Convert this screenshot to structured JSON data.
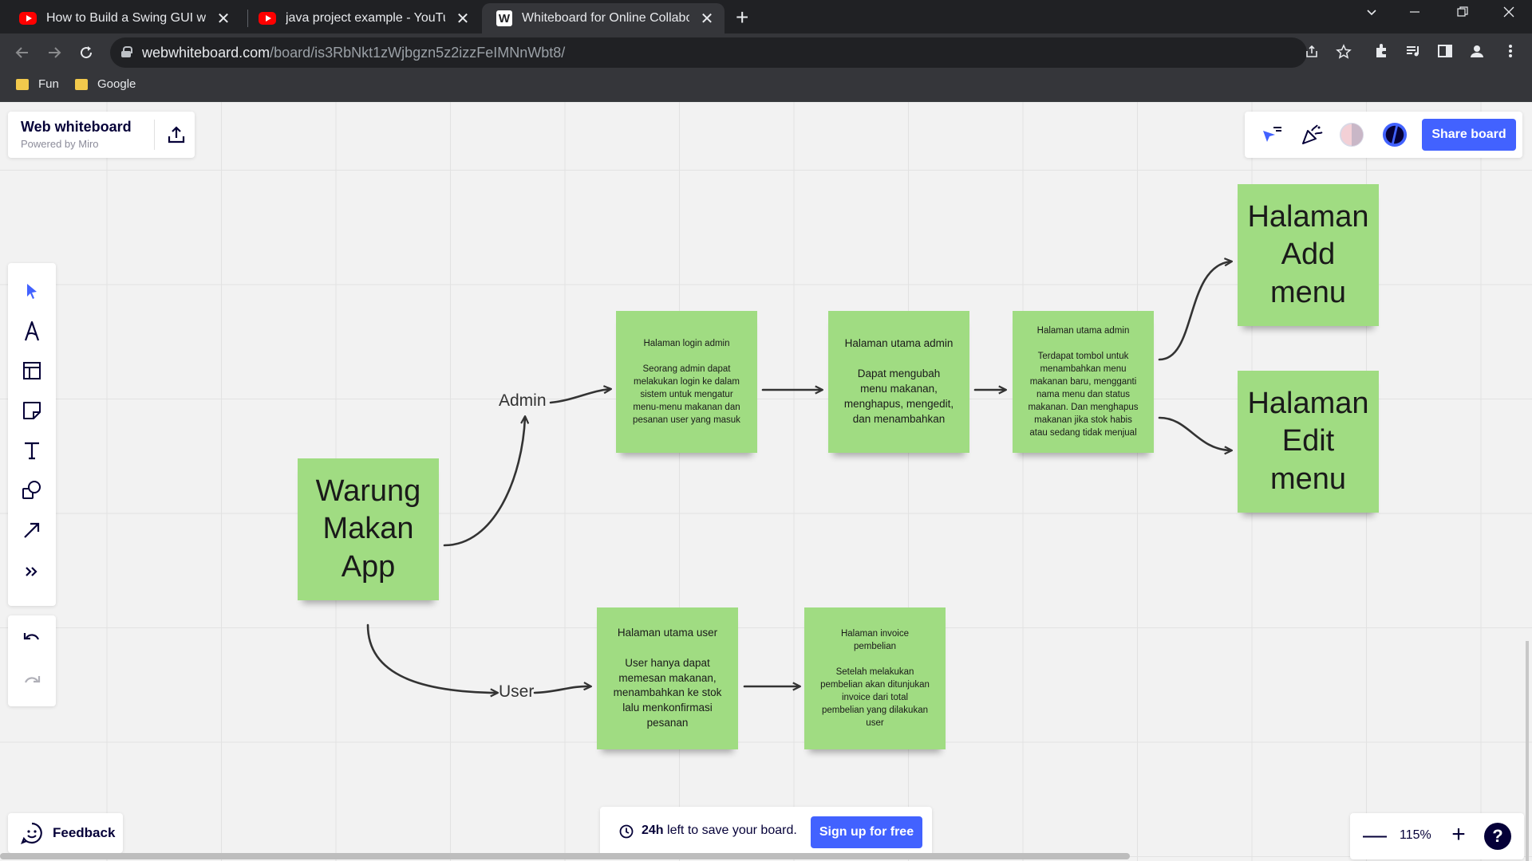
{
  "browser": {
    "tabs": [
      {
        "title": "How to Build a Swing GUI with In",
        "favicon": "youtube-icon"
      },
      {
        "title": "java project example - YouTube",
        "favicon": "youtube-icon"
      },
      {
        "title": "Whiteboard for Online Collabora",
        "favicon": "w-icon",
        "active": true
      }
    ],
    "url_host": "webwhiteboard.com",
    "url_path": "/board/is3RbNkt1zWjbgzn5z2izzFeIMNnWbt8/",
    "bookmarks": [
      "Fun",
      "Google"
    ],
    "tab_close": "✕",
    "new_tab": "+"
  },
  "board": {
    "brand_title": "Web whiteboard",
    "brand_sub": "Powered by Miro",
    "share_button": "Share board",
    "stickies": {
      "main": "Warung\nMakan\nApp",
      "login_admin": "Halaman login admin\n\nSeorang admin dapat\nmelakukan login ke dalam\nsistem untuk mengatur\nmenu-menu makanan dan\npesanan user yang masuk",
      "utama_admin_1": "Halaman utama admin\n\nDapat mengubah\nmenu makanan,\nmenghapus, mengedit,\ndan menambahkan",
      "utama_admin_2": "Halaman utama admin\n\nTerdapat tombol untuk\nmenambahkan menu\nmakanan baru, mengganti\nnama menu dan status\nmakanan. Dan menghapus\nmakanan jika stok habis\natau sedang tidak menjual",
      "add_menu": "Halaman\nAdd\nmenu",
      "edit_menu": "Halaman\nEdit\nmenu",
      "utama_user": "Halaman utama user\n\nUser hanya dapat\nmemesan makanan,\nmenambahkan ke stok\nlalu menkonfirmasi\npesanan",
      "invoice": "Halaman invoice\npembelian\n\nSetelah melakukan\npembelian akan ditunjukan\ninvoice dari total\npembelian yang dilakukan\nuser"
    },
    "labels": {
      "admin": "Admin",
      "user": "User"
    },
    "feedback": "Feedback",
    "save_bold": "24h",
    "save_rest": " left to save your board.",
    "signup_button": "Sign up for free",
    "zoom_level": "115%",
    "zoom_minus": "—",
    "zoom_plus": "+",
    "help": "?",
    "colors": {
      "sticky": "#a0dc82",
      "accent": "#4262ff"
    }
  }
}
